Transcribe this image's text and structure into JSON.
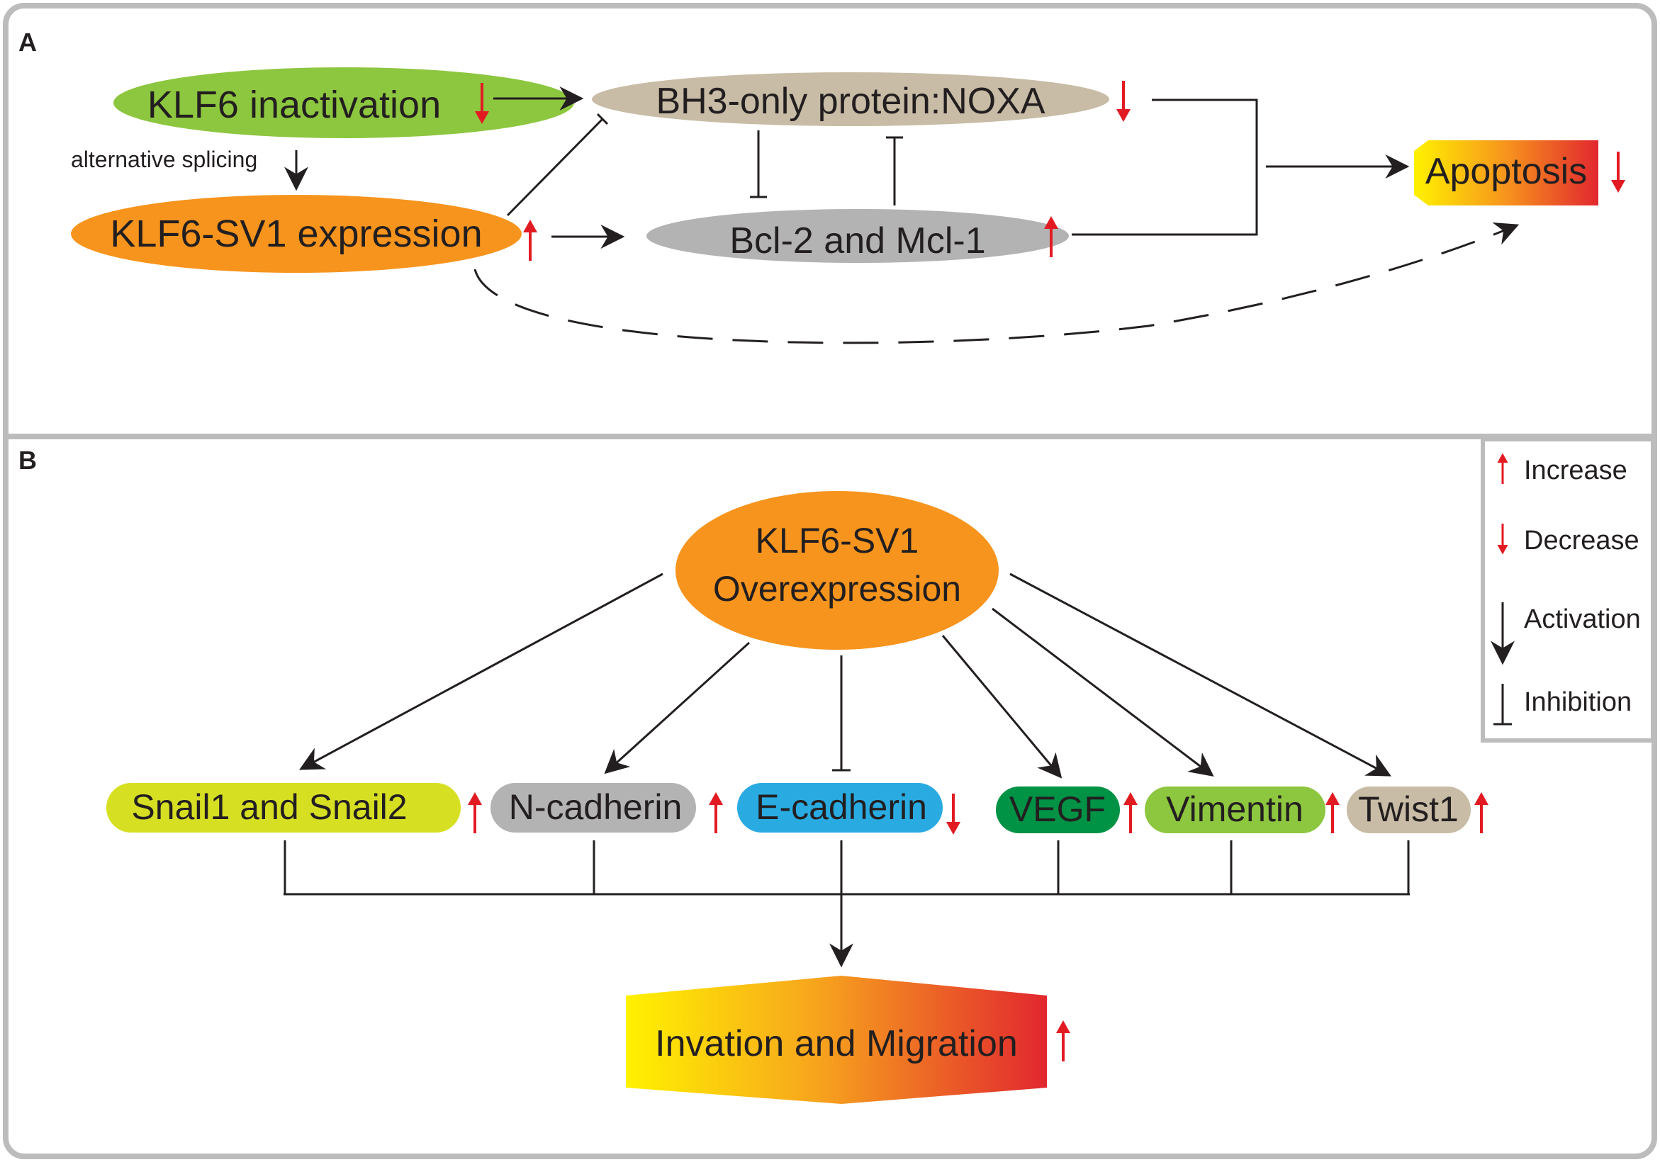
{
  "panel_a": {
    "label": "A",
    "klf6_inactivation": "KLF6 inactivation",
    "alternative_splicing": "alternative splicing",
    "klf6_sv1_expression": "KLF6-SV1 expression",
    "bh3_noxa": "BH3-only protein:NOXA",
    "bcl2_mcl1": "Bcl-2 and Mcl-1",
    "apoptosis": "Apoptosis"
  },
  "panel_b": {
    "label": "B",
    "overexpression_line1": "KLF6-SV1",
    "overexpression_line2": "Overexpression",
    "targets": {
      "snail": "Snail1 and Snail2",
      "ncadherin": "N-cadherin",
      "ecadherin": "E-cadherin",
      "vegf": "VEGF",
      "vimentin": "Vimentin",
      "twist1": "Twist1"
    },
    "outcome": "Invation and Migration"
  },
  "legend": {
    "increase": "Increase",
    "decrease": "Decrease",
    "activation": "Activation",
    "inhibition": "Inhibition"
  },
  "colors": {
    "green": "#8dc63f",
    "orange": "#f7941d",
    "tan": "#c8bca6",
    "gray": "#b3b3b3",
    "yellow_green": "#d7df23",
    "blue": "#29abe2",
    "dark_green": "#009245",
    "red_arrow": "#e21b23",
    "border": "#bcbcbc"
  }
}
